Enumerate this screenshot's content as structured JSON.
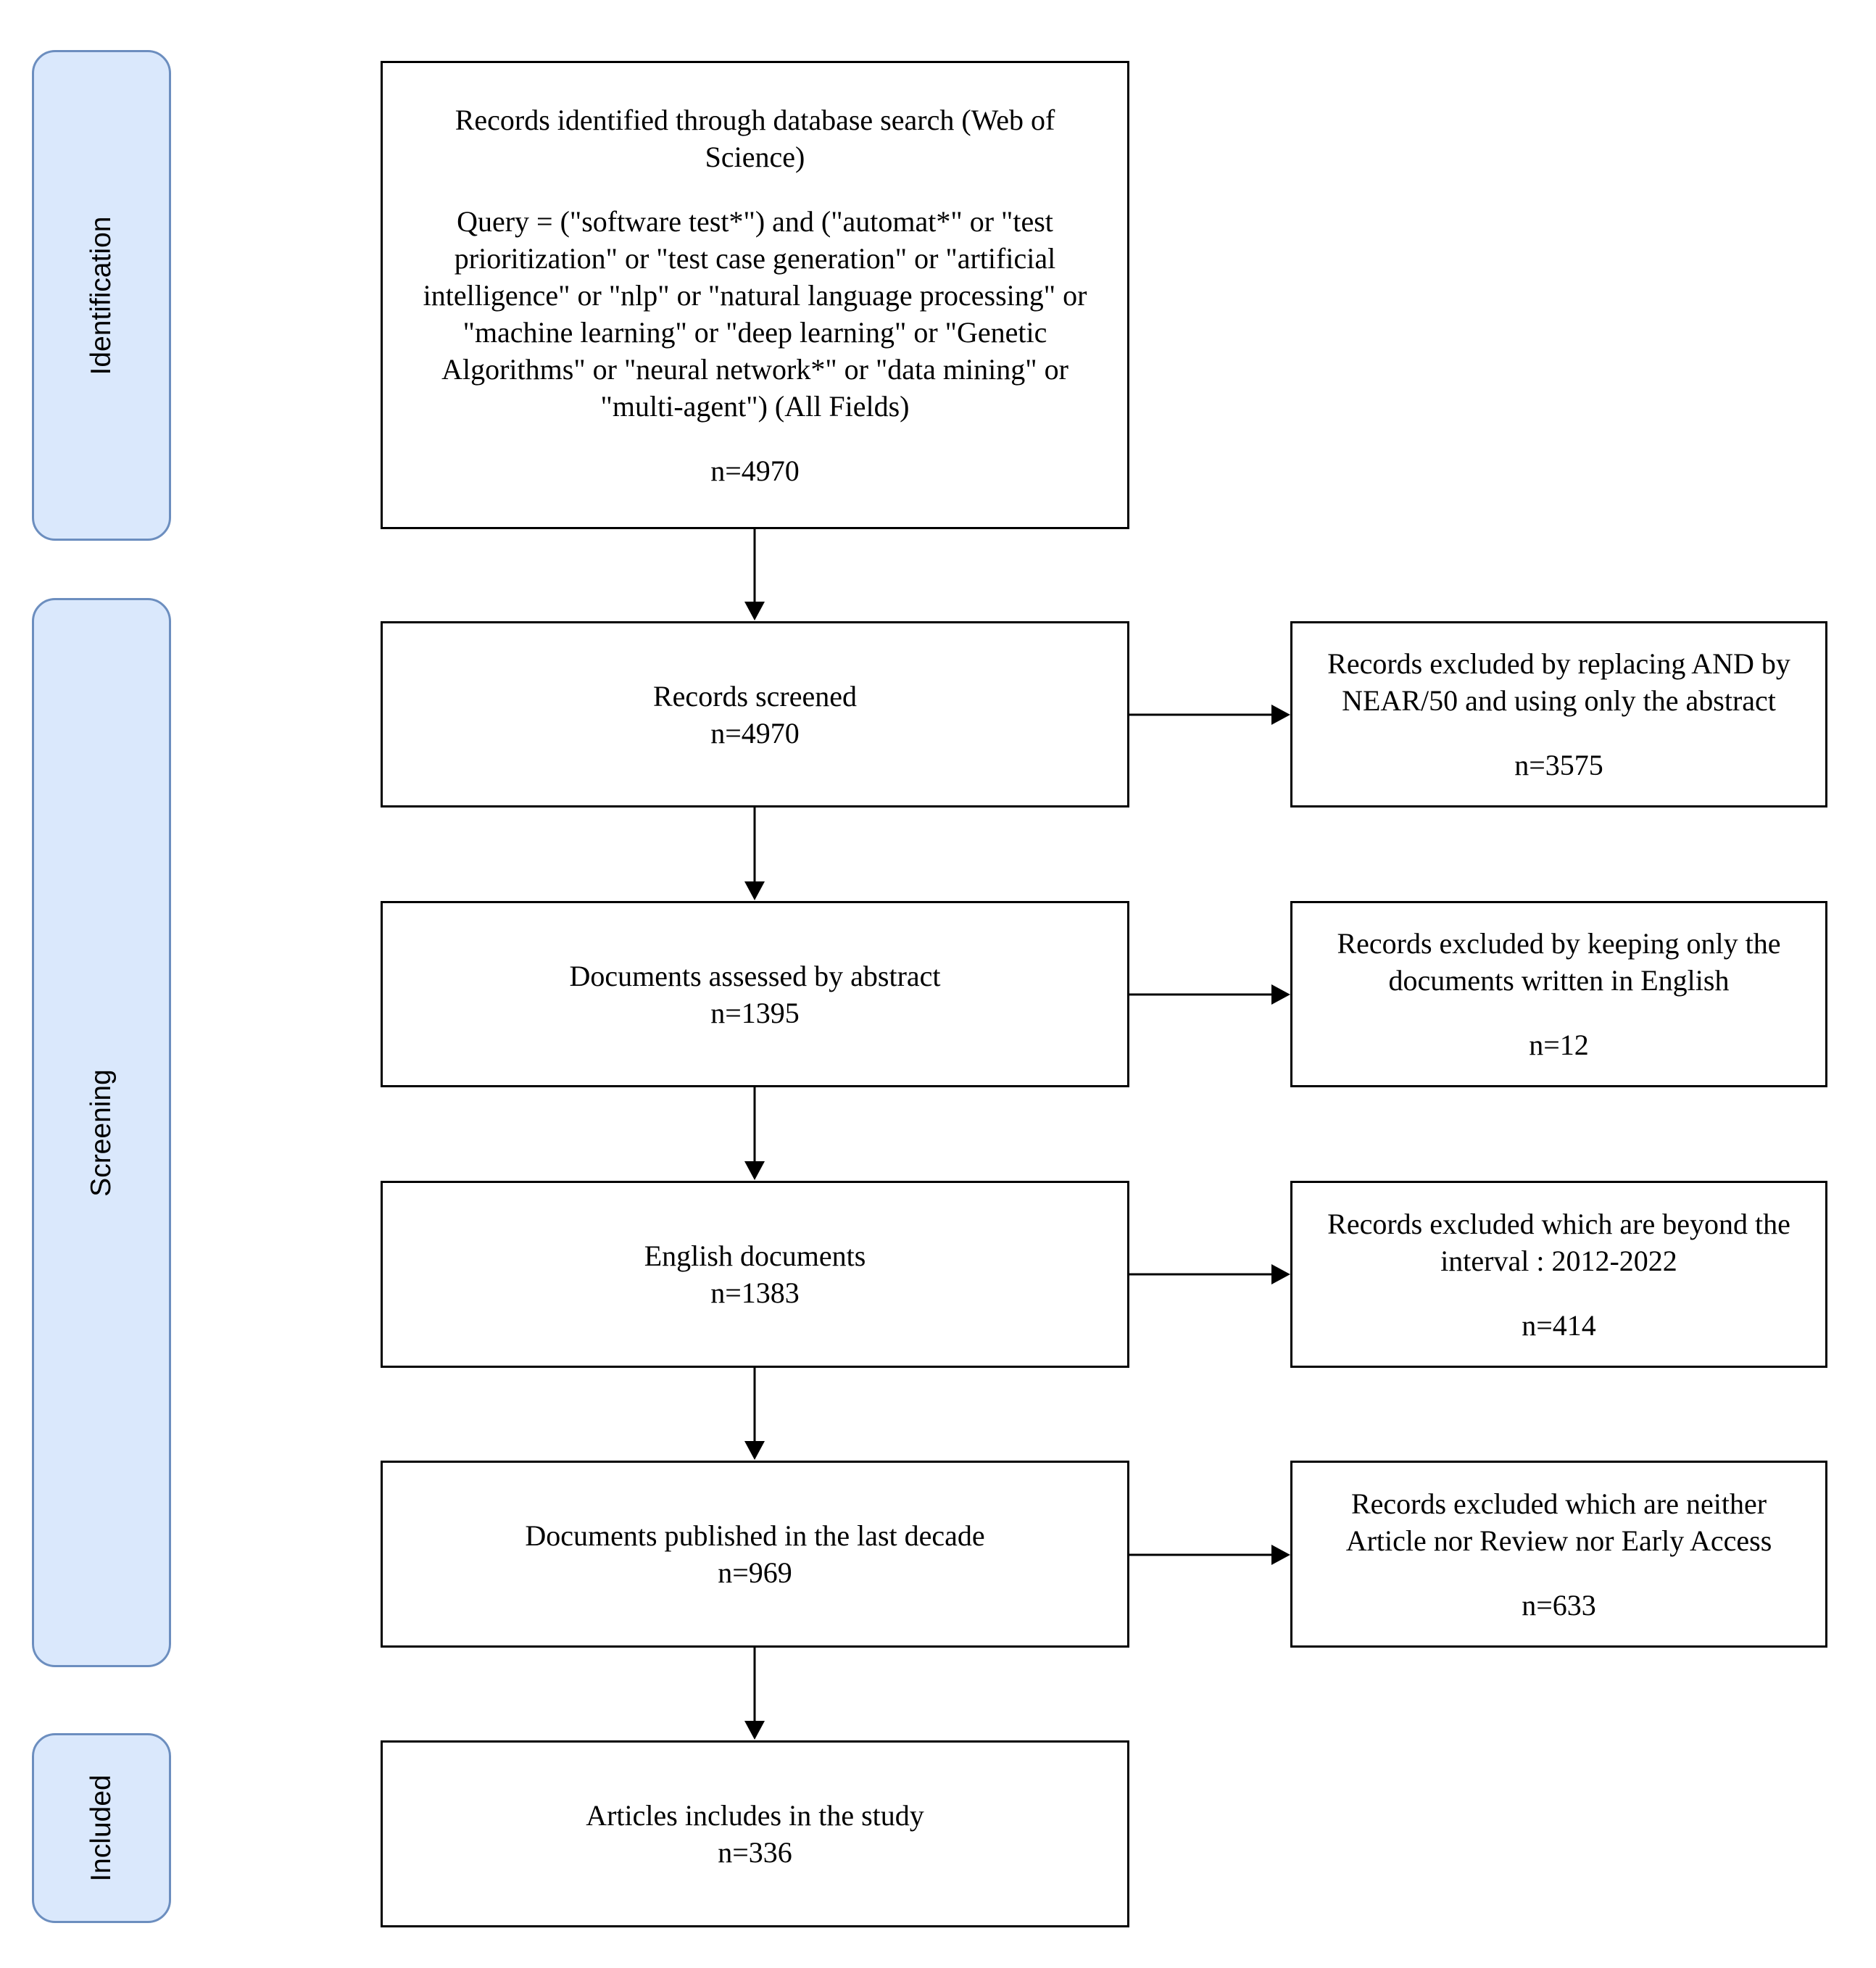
{
  "stages": {
    "identification": "Identification",
    "screening": "Screening",
    "included": "Included"
  },
  "steps": {
    "identified": {
      "title_lines": [
        "Records identified through database search (Web of",
        "Science)"
      ],
      "query_lines": [
        "Query = (\"software test*\") and (\"automat*\" or \"test",
        "prioritization\" or \"test case generation\" or \"artificial",
        "intelligence\" or \"nlp\" or \"natural language processing\" or",
        "\"machine learning\" or \"deep learning\" or \"Genetic",
        "Algorithms\" or \"neural network*\" or \"data mining\" or",
        "\"multi-agent\") (All Fields)"
      ],
      "count": "n=4970"
    },
    "screened": {
      "title": "Records screened",
      "count": "n=4970"
    },
    "assessed": {
      "title": "Documents assessed by abstract",
      "count": "n=1395"
    },
    "english": {
      "title": "English documents",
      "count": "n=1383"
    },
    "decade": {
      "title": "Documents published in the last decade",
      "count": "n=969"
    },
    "included": {
      "title": "Articles includes in the study",
      "count": "n=336"
    }
  },
  "exclusions": {
    "near": {
      "lines": [
        "Records excluded by replacing AND by",
        "NEAR/50 and using only the abstract"
      ],
      "count": "n=3575"
    },
    "language": {
      "lines": [
        "Records excluded by keeping only the",
        "documents written in English"
      ],
      "count": "n=12"
    },
    "interval": {
      "lines": [
        "Records excluded which are beyond the",
        "interval : 2012-2022"
      ],
      "count": "n=414"
    },
    "type": {
      "lines": [
        "Records excluded which are neither",
        "Article nor Review nor Early Access"
      ],
      "count": "n=633"
    }
  },
  "colors": {
    "stage_fill": "#dae8fc",
    "stage_border": "#6c8ebf",
    "box_border": "#000000"
  }
}
